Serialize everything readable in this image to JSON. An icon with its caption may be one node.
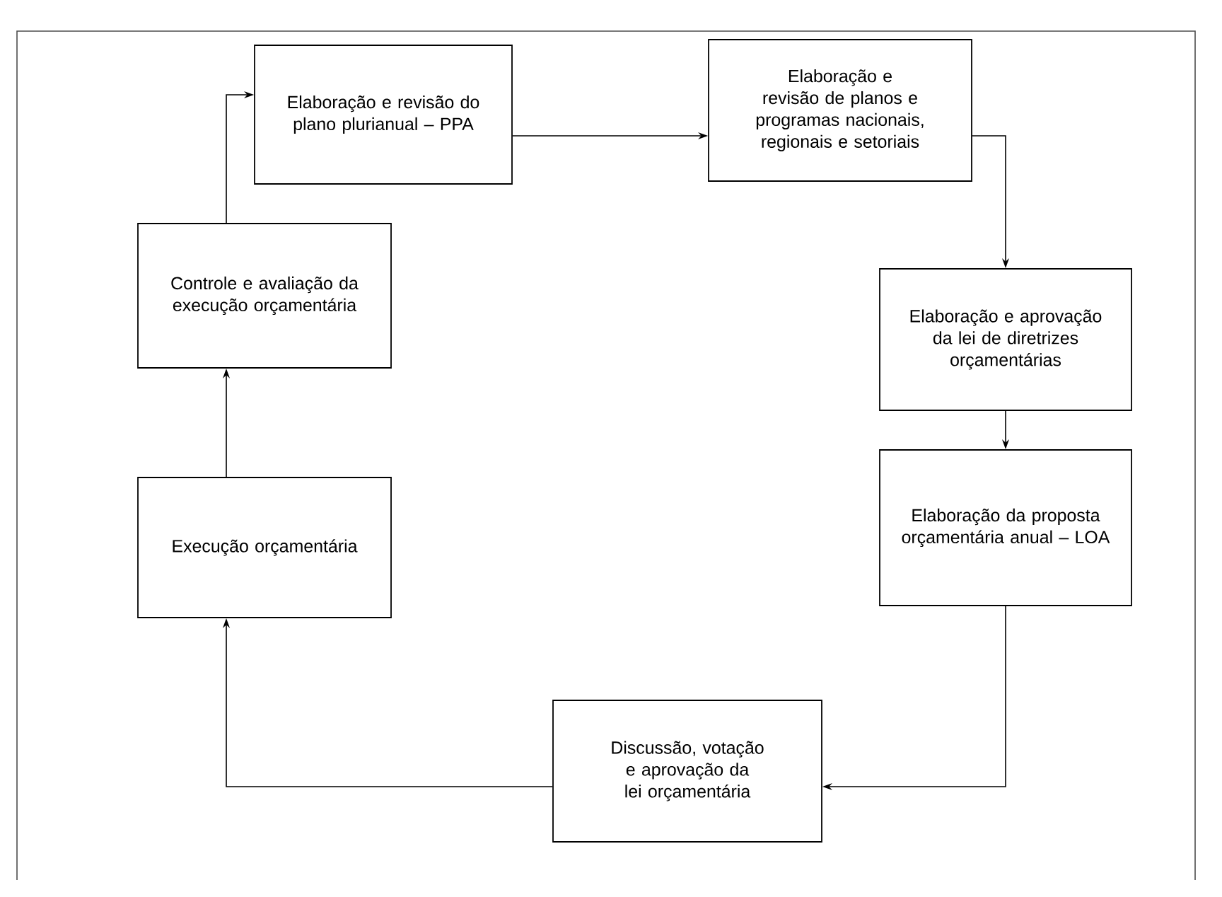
{
  "diagram": {
    "nodes": [
      {
        "text": [
          "Elaboração e revisão do plano plurianual – PPA"
        ]
      },
      {
        "text": [
          "Elaboração e revisão de planos e programas nacionais, regionais e setoriais"
        ]
      },
      {
        "text": [
          "Elaboração e aprovação da lei de diretrizes orçamentárias"
        ]
      },
      {
        "text": [
          "Elaboração da proposta orçamentária anual – LOA"
        ]
      },
      {
        "text": [
          "Discussão, votação e aprovação da lei orçamentária"
        ]
      },
      {
        "text": [
          "Execução orçamentária"
        ]
      },
      {
        "text": [
          "Controle e avaliação da execução orçamentária"
        ]
      }
    ],
    "edges": [
      {
        "from": 0,
        "to": 1,
        "arrow": "to"
      },
      {
        "from": 1,
        "to": 2,
        "arrow": "to"
      },
      {
        "from": 2,
        "to": 3,
        "arrow": "to"
      },
      {
        "from": 3,
        "to": 4,
        "arrow": "to"
      },
      {
        "from": 4,
        "to": 5,
        "arrow": "to"
      },
      {
        "from": 5,
        "to": 6,
        "arrow": "to"
      },
      {
        "from": 6,
        "to": 0,
        "arrow": "to"
      }
    ]
  }
}
